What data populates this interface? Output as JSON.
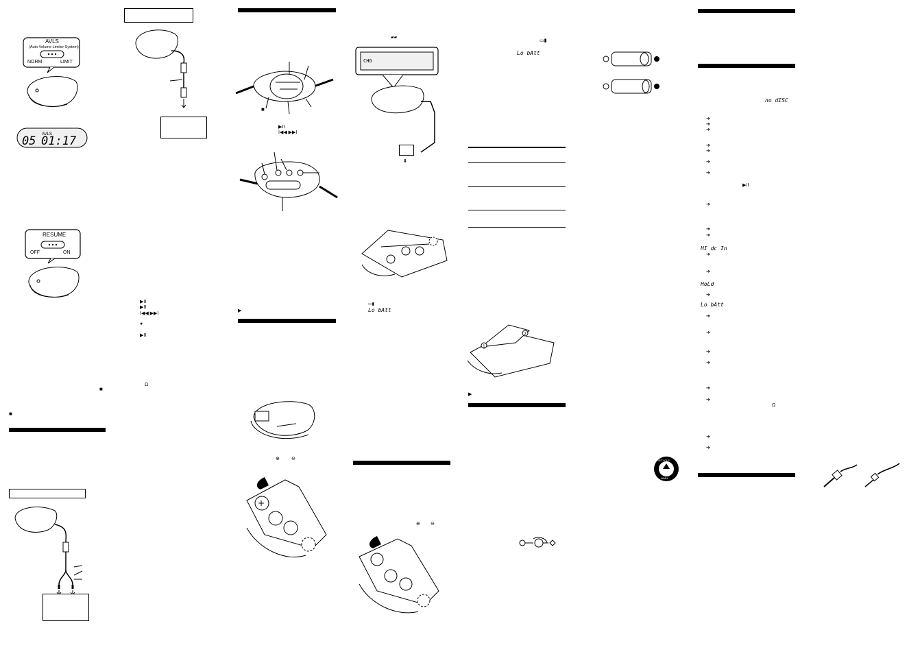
{
  "avls": {
    "title": "AVLS",
    "subtitle": "(Auto Volume Limiter System)",
    "norm": "NORM",
    "limit": "LIMIT",
    "display_track": "05",
    "display_time": "01:17",
    "display_flag": "AVLS"
  },
  "resume": {
    "title": "RESUME",
    "off": "OFF",
    "on": "ON"
  },
  "symbols": {
    "play_pause": "▶II",
    "prev_next": "I◀◀ ▶▶I",
    "stop": "■",
    "record": "●",
    "ohm": "Ω",
    "triangle": "▶",
    "arrow": "➜",
    "plus": "⊕",
    "minus": "⊖"
  },
  "lcd": {
    "lo_batt": "Lo bAtt",
    "no_disc": "no dISC",
    "hi_dc_in": "HI dc In",
    "hold": "HoLd",
    "chg": "CHG"
  },
  "recycle": {
    "top": "RECYCLE",
    "bottom": "NiMH"
  },
  "colors": {
    "ink": "#000000",
    "paper": "#ffffff",
    "display": "#f0f0f0"
  }
}
